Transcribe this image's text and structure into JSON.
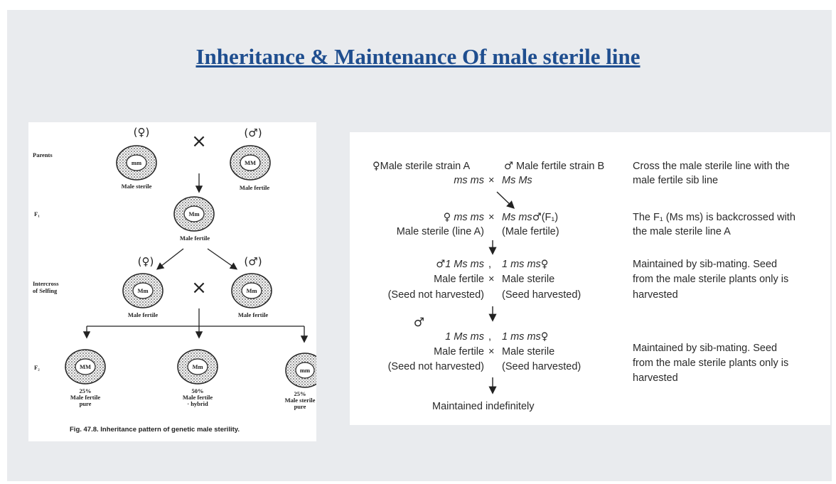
{
  "title": "Inheritance & Maintenance Of male sterile line",
  "left_figure": {
    "row_labels": {
      "parents": "Parents",
      "f1": "F₁",
      "intercross_1": "Intercross",
      "intercross_2": "of Selfing",
      "f2": "F₂"
    },
    "female_symbol": "(♀)",
    "male_symbol": "(♂)",
    "cross": "×",
    "parent_female": {
      "genotype": "mm",
      "label": "Male sterile"
    },
    "parent_male": {
      "genotype": "MM",
      "label": "Male fertile"
    },
    "f1": {
      "genotype": "Mm",
      "label": "Male fertile"
    },
    "selfing_left": {
      "genotype": "Mm",
      "label": "Male fertile"
    },
    "selfing_right": {
      "genotype": "Mm",
      "label": "Male fertile"
    },
    "f2": [
      {
        "genotype": "MM",
        "pct": "25%",
        "l1": "Male fertile",
        "l2": "pure"
      },
      {
        "genotype": "Mm",
        "pct": "50%",
        "l1": "Male fertile",
        "l2": "· hybrid"
      },
      {
        "genotype": "mm",
        "pct": "25%",
        "l1": "Male sterile",
        "l2": "pure"
      }
    ],
    "caption": "Fig. 47.8. Inheritance pattern of genetic male sterility."
  },
  "right_table": {
    "female": "♀",
    "male": "♂",
    "cross": "×",
    "comma": ",",
    "row1": {
      "left_a": "Male sterile strain A",
      "left_b": "ms ms",
      "right_a": "Male fertile strain B",
      "right_b": "Ms Ms",
      "note_1": "Cross the male sterile line with the",
      "note_2": "male fertile sib line"
    },
    "row2": {
      "left_a": "ms ms",
      "left_b": "Male sterile (line A)",
      "right_a": "Ms ms",
      "right_a_suffix": "(F₁)",
      "right_b": "(Male fertile)",
      "note_1": "The F₁ (Ms ms) is backcrossed with",
      "note_2": "the male sterile line A"
    },
    "row3": {
      "left_a": "1 Ms ms",
      "left_b": "Male fertile",
      "left_c": "(Seed not harvested)",
      "right_a": "1 ms ms",
      "right_b": "Male sterile",
      "right_c": "(Seed harvested)",
      "note_1": "Maintained  by  sib-mating.  Seed",
      "note_2": "from the male sterile plants only is",
      "note_3": "harvested"
    },
    "row4": {
      "left_a": "1 Ms ms",
      "left_b": "Male fertile",
      "left_c": "(Seed not harvested)",
      "right_a": "1 ms ms",
      "right_b": "Male sterile",
      "right_c": "(Seed harvested)",
      "note_1": "Maintained  by  sib-mating.  Seed",
      "note_2": "from the male sterile plants only is",
      "note_3": "harvested"
    },
    "footer": "Maintained indefinitely"
  }
}
